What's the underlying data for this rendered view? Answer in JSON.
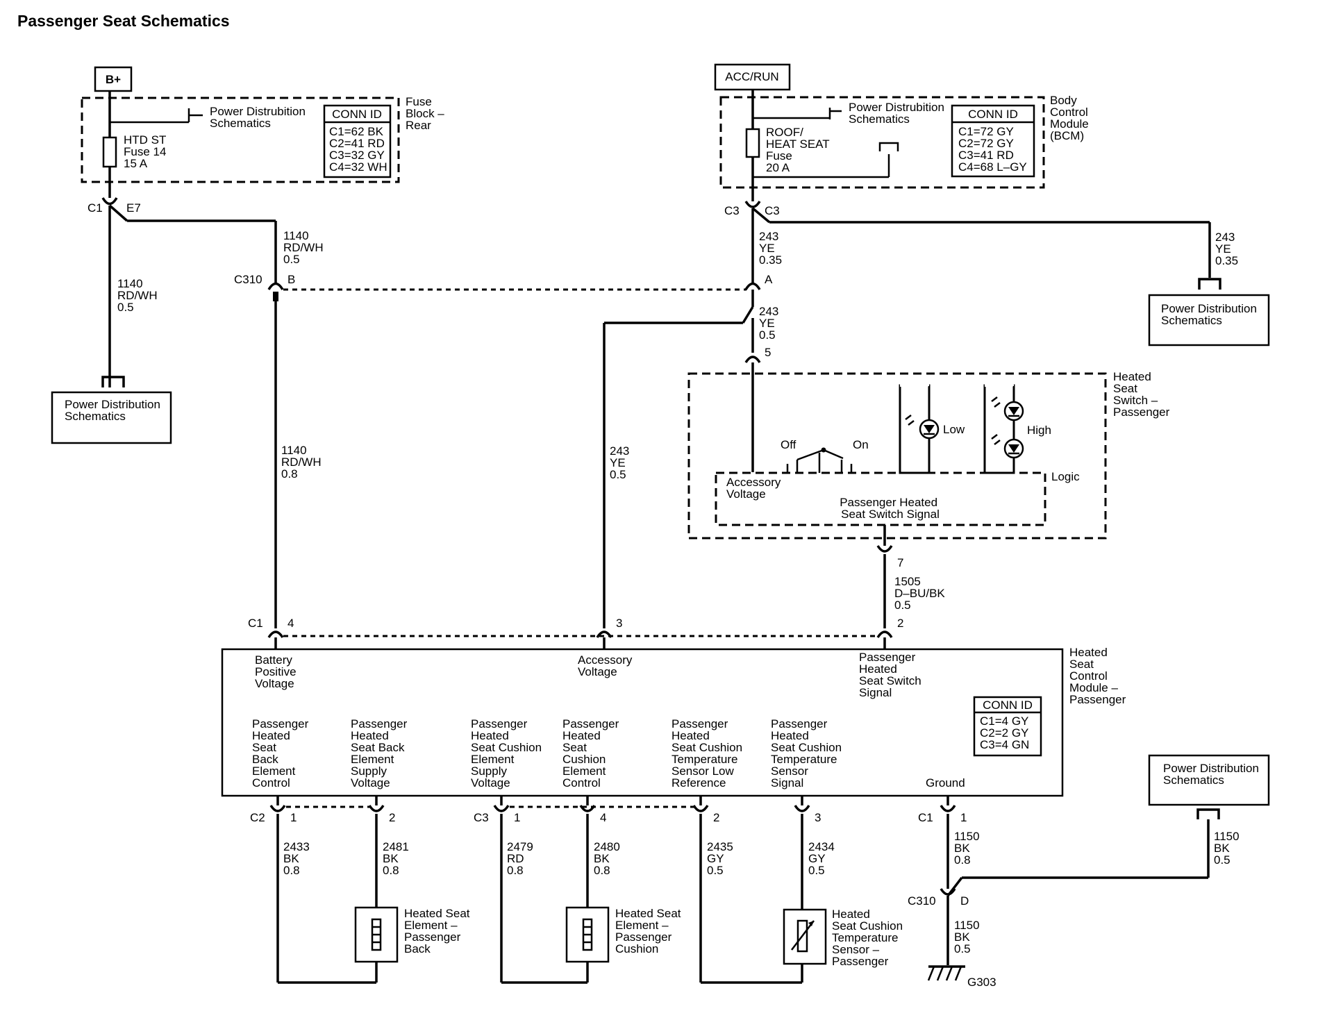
{
  "title": "Passenger Seat Schematics",
  "power_sources": {
    "battery": "B+",
    "acc_run": "ACC/RUN"
  },
  "fuse_block": {
    "label": [
      "Fuse",
      "Block –",
      "Rear"
    ],
    "pds_ref": [
      "Power Distrubition",
      "Schematics"
    ],
    "fuse": [
      "HTD ST",
      "Fuse 14",
      "15 A"
    ],
    "conn_header": "CONN ID",
    "conn_rows": [
      "C1=62 BK",
      "C2=41 RD",
      "C3=32 GY",
      "C4=32 WH"
    ],
    "conn_left": "C1",
    "terminal": "E7"
  },
  "bcm": {
    "label": [
      "Body",
      "Control",
      "Module",
      "(BCM)"
    ],
    "pds_ref": [
      "Power Distrubition",
      "Schematics"
    ],
    "fuse": [
      "ROOF/",
      "HEAT SEAT",
      "Fuse",
      "20 A"
    ],
    "conn_header": "CONN ID",
    "conn_rows": [
      "C1=72 GY",
      "C2=72 GY",
      "C3=41 RD",
      "C4=68 L–GY"
    ],
    "conn_left": "C3",
    "conn_right": "C3"
  },
  "wires": {
    "w1140_upper": [
      "1140",
      "RD/WH",
      "0.5"
    ],
    "w1140_left": [
      "1140",
      "RD/WH",
      "0.5"
    ],
    "w1140_mid": [
      "1140",
      "RD/WH",
      "0.8"
    ],
    "w243_a": [
      "243",
      "YE",
      "0.35"
    ],
    "w243_right": [
      "243",
      "YE",
      "0.35"
    ],
    "w243_b": [
      "243",
      "YE",
      "0.5"
    ],
    "w243_c": [
      "243",
      "YE",
      "0.5"
    ],
    "w1505": [
      "1505",
      "D–BU/BK",
      "0.5"
    ],
    "w2433": [
      "2433",
      "BK",
      "0.8"
    ],
    "w2481": [
      "2481",
      "BK",
      "0.8"
    ],
    "w2479": [
      "2479",
      "RD",
      "0.8"
    ],
    "w2480": [
      "2480",
      "BK",
      "0.8"
    ],
    "w2435": [
      "2435",
      "GY",
      "0.5"
    ],
    "w2434": [
      "2434",
      "GY",
      "0.5"
    ],
    "w1150_a": [
      "1150",
      "BK",
      "0.8"
    ],
    "w1150_right": [
      "1150",
      "BK",
      "0.5"
    ],
    "w1150_b": [
      "1150",
      "BK",
      "0.5"
    ]
  },
  "c310": {
    "id": "C310",
    "pin_b": "B",
    "pin_a": "A",
    "pin_d": "D"
  },
  "pds_boxes": {
    "left": [
      "Power Distribution",
      "Schematics"
    ],
    "upper_right": [
      "Power Distribution",
      "Schematics"
    ],
    "lower_right": [
      "Power Distribution",
      "Schematics"
    ]
  },
  "switch": {
    "label": [
      "Heated",
      "Seat",
      "Switch –",
      "Passenger"
    ],
    "pin_in": "5",
    "pin_out": "7",
    "off": "Off",
    "on": "On",
    "low": "Low",
    "high": "High",
    "logic": "Logic",
    "accessory_voltage": [
      "Accessory",
      "Voltage"
    ],
    "signal": [
      "Passenger Heated",
      "Seat Switch Signal"
    ]
  },
  "module": {
    "label": [
      "Heated",
      "Seat",
      "Control",
      "Module –",
      "Passenger"
    ],
    "conn_header": "CONN ID",
    "conn_rows": [
      "C1=4 GY",
      "C2=2 GY",
      "C3=4 GN"
    ],
    "c1": "C1",
    "c2": "C2",
    "c3": "C3",
    "pins_top": [
      "4",
      "3",
      "2"
    ],
    "top_labels": {
      "battery": [
        "Battery",
        "Positive",
        "Voltage"
      ],
      "accessory": [
        "Accessory",
        "Voltage"
      ],
      "switch_signal": [
        "Passenger",
        "Heated",
        "Seat Switch",
        "Signal"
      ]
    },
    "bottom_labels": {
      "back_control": [
        "Passenger",
        "Heated",
        "Seat",
        "Back",
        "Element",
        "Control"
      ],
      "back_supply": [
        "Passenger",
        "Heated",
        "Seat Back",
        "Element",
        "Supply",
        "Voltage"
      ],
      "cushion_supply": [
        "Passenger",
        "Heated",
        "Seat Cushion",
        "Element",
        "Supply",
        "Voltage"
      ],
      "cushion_control": [
        "Passenger",
        "Heated",
        "Seat",
        "Cushion",
        "Element",
        "Control"
      ],
      "temp_low_ref": [
        "Passenger",
        "Heated",
        "Seat Cushion",
        "Temperature",
        "Sensor Low",
        "Reference"
      ],
      "temp_signal": [
        "Passenger",
        "Heated",
        "Seat Cushion",
        "Temperature",
        "Sensor",
        "Signal"
      ],
      "ground": "Ground"
    },
    "pins_bottom": [
      "1",
      "2",
      "1",
      "4",
      "2",
      "3",
      "1"
    ]
  },
  "loads": {
    "back_element": [
      "Heated Seat",
      "Element –",
      "Passenger",
      "Back"
    ],
    "cushion_element": [
      "Heated Seat",
      "Element –",
      "Passenger",
      "Cushion"
    ],
    "temp_sensor": [
      "Heated",
      "Seat Cushion",
      "Temperature",
      "Sensor –",
      "Passenger"
    ]
  },
  "ground_id": "G303"
}
